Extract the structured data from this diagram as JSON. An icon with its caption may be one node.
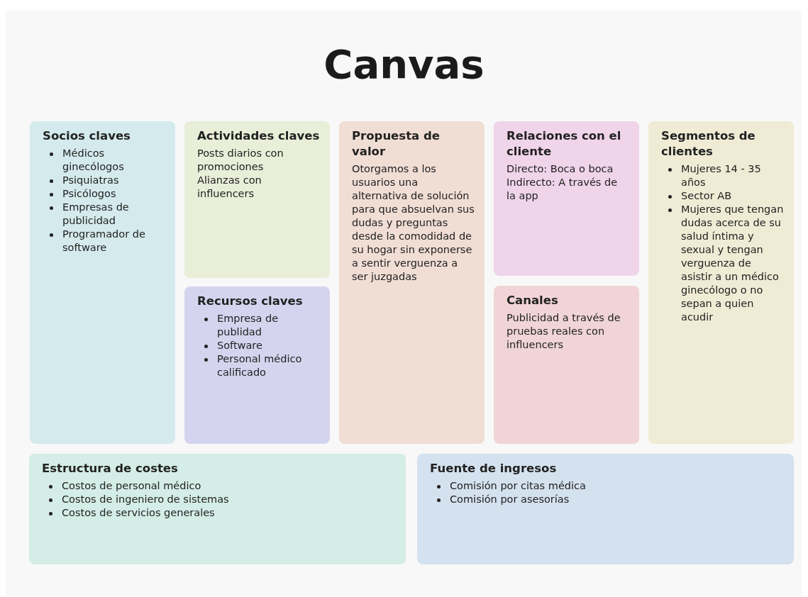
{
  "diagram": {
    "title": "Canvas",
    "nodes": [
      {
        "text": [
          "Socios claves",
          "Médicos ginecólogos",
          "Psiquiatras",
          "Psicólogos",
          "Empresas de publicidad",
          "Programador de software"
        ]
      },
      {
        "text": [
          "Actividades claves",
          "Posts diarios con promociones",
          "Alianzas con influencers"
        ]
      },
      {
        "text": [
          "Recursos claves",
          "Empresa de publidad",
          "Software",
          "Personal médico calificado"
        ]
      },
      {
        "text": [
          "Propuesta de valor",
          "Otorgamos a los usuarios una alternativa de solución para que absuelvan sus dudas y preguntas desde la comodidad de su hogar sin exponerse a sentir verguenza a ser juzgadas"
        ]
      },
      {
        "text": [
          "Relaciones con el cliente",
          "Directo: Boca o boca",
          "Indirecto: A través de la app"
        ]
      },
      {
        "text": [
          "Canales",
          "Publicidad a través de pruebas reales con influencers"
        ]
      },
      {
        "text": [
          "Segmentos de clientes",
          "Mujeres 14 - 35 años",
          "Sector AB",
          "Mujeres que tengan dudas acerca de su salud íntima y sexual y tengan verguenza de asistir a un médico ginecólogo o no sepan a quien acudir"
        ]
      },
      {
        "text": [
          "Estructura de costes",
          "Costos de personal médico",
          "Costos de ingeniero de sistemas",
          "Costos de servicios generales"
        ]
      },
      {
        "text": [
          "Fuente de ingresos",
          "Comisión por citas médica",
          "Comisión por asesorías"
        ]
      }
    ]
  }
}
